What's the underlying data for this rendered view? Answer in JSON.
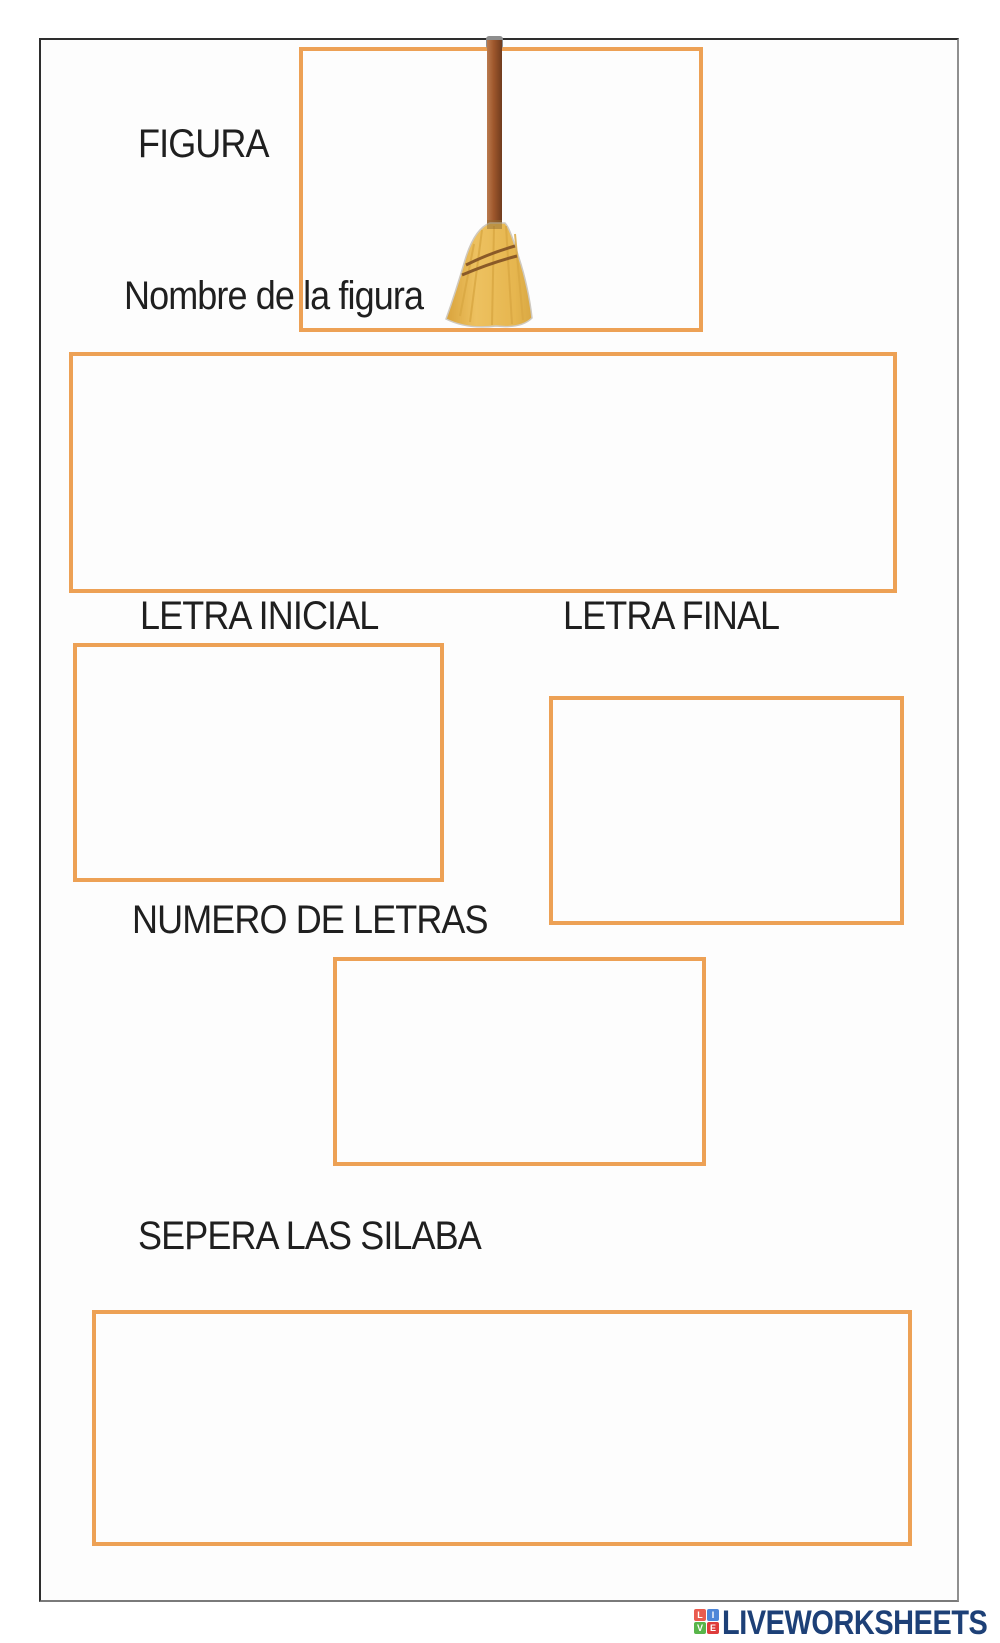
{
  "colors": {
    "box_border": "#EDA155",
    "label_text": "#1f1f1f",
    "page_border": "#2e2e2e",
    "page_bg": "#fdfdfd",
    "logo_text": "#1D4077"
  },
  "labels": {
    "figura": "FIGURA",
    "nombre_figura": "Nombre de la figura",
    "letra_inicial": "LETRA INICIAL",
    "letra_final": "LETRA FINAL",
    "numero_letras": "NUMERO DE LETRAS",
    "separa_silabas": "SEPERA LAS SILABA"
  },
  "figure": {
    "icon": "broom",
    "handle_color": "#9E572C",
    "brush_color": "#EDC160"
  },
  "footer": {
    "logo_text": "LIVEWORKSHEETS",
    "logo_squares": [
      {
        "letter": "L",
        "color": "#EA5B4F"
      },
      {
        "letter": "I",
        "color": "#4D86D8"
      },
      {
        "letter": "V",
        "color": "#58B54A"
      },
      {
        "letter": "E",
        "color": "#DE3B3B"
      }
    ]
  }
}
